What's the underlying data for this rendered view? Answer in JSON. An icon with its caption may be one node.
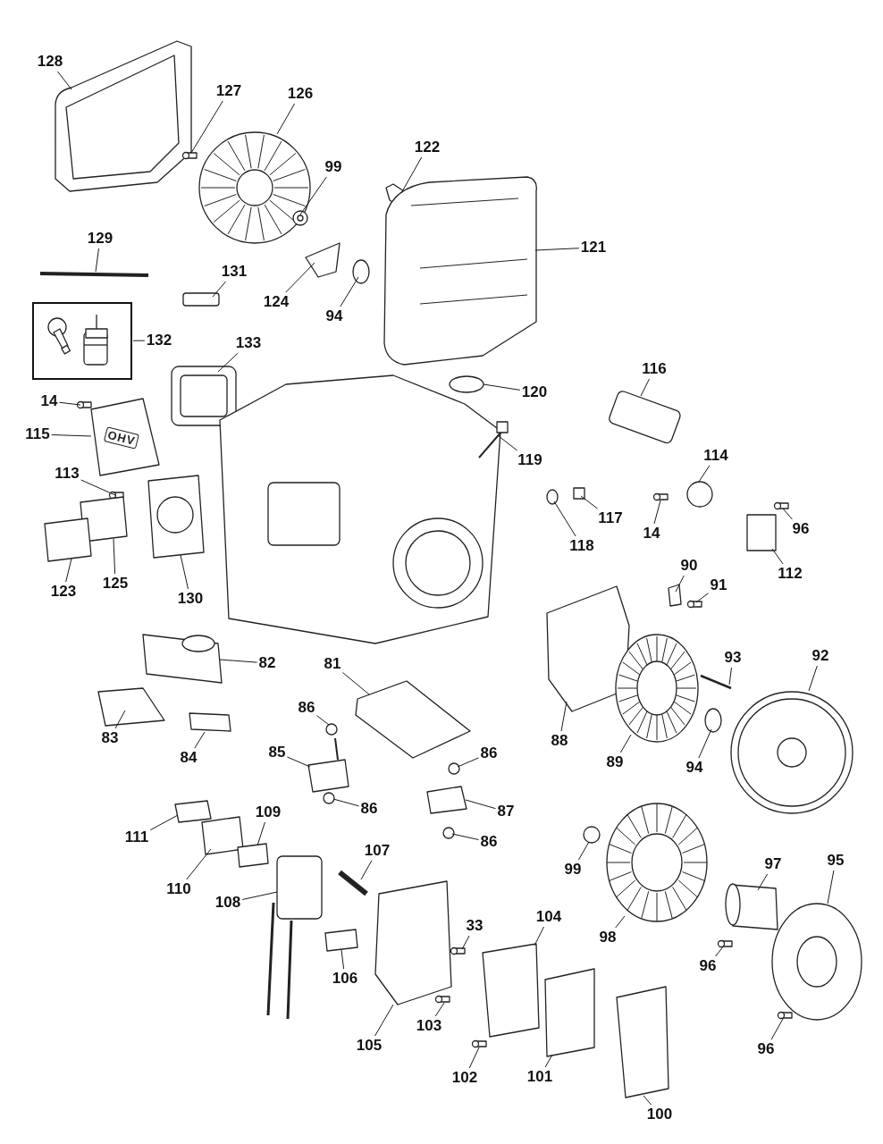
{
  "diagram": {
    "nodes": [
      {
        "text": [
          "128"
        ]
      },
      {
        "text": [
          "127"
        ]
      },
      {
        "text": [
          "126"
        ]
      },
      {
        "text": [
          "122"
        ]
      },
      {
        "text": [
          "99"
        ]
      },
      {
        "text": [
          "129"
        ]
      },
      {
        "text": [
          "121"
        ]
      },
      {
        "text": [
          "131"
        ]
      },
      {
        "text": [
          "124"
        ]
      },
      {
        "text": [
          "94"
        ]
      },
      {
        "text": [],
        "shape": "box"
      },
      {
        "text": [
          "132"
        ]
      },
      {
        "text": [
          "133"
        ]
      },
      {
        "text": [
          "14"
        ]
      },
      {
        "text": [
          "115"
        ]
      },
      {
        "text": [
          "120"
        ]
      },
      {
        "text": [
          "116"
        ]
      },
      {
        "text": [
          "119"
        ]
      },
      {
        "text": [
          "114"
        ]
      },
      {
        "text": [
          "113"
        ]
      },
      {
        "text": [
          "117"
        ]
      },
      {
        "text": [
          "14"
        ]
      },
      {
        "text": [
          "96"
        ]
      },
      {
        "text": [
          "118"
        ]
      },
      {
        "text": [
          "112"
        ]
      },
      {
        "text": [
          "125"
        ]
      },
      {
        "text": [
          "123"
        ]
      },
      {
        "text": [
          "130"
        ]
      },
      {
        "text": [
          "90"
        ]
      },
      {
        "text": [
          "91"
        ]
      },
      {
        "text": [
          "92"
        ]
      },
      {
        "text": [
          "93"
        ]
      },
      {
        "text": [
          "82"
        ]
      },
      {
        "text": [
          "81"
        ]
      },
      {
        "text": [
          "86"
        ]
      },
      {
        "text": [
          "88"
        ]
      },
      {
        "text": [
          "83"
        ]
      },
      {
        "text": [
          "85"
        ]
      },
      {
        "text": [
          "86"
        ]
      },
      {
        "text": [
          "84"
        ]
      },
      {
        "text": [
          "89"
        ]
      },
      {
        "text": [
          "94"
        ]
      },
      {
        "text": [
          "86"
        ]
      },
      {
        "text": [
          "87"
        ]
      },
      {
        "text": [
          "111"
        ]
      },
      {
        "text": [
          "109"
        ]
      },
      {
        "text": [
          "86"
        ]
      },
      {
        "text": [
          "107"
        ]
      },
      {
        "text": [
          "99"
        ]
      },
      {
        "text": [
          "97"
        ]
      },
      {
        "text": [
          "95"
        ]
      },
      {
        "text": [
          "110"
        ]
      },
      {
        "text": [
          "108"
        ]
      },
      {
        "text": [
          "104"
        ]
      },
      {
        "text": [
          "33"
        ]
      },
      {
        "text": [
          "98"
        ]
      },
      {
        "text": [
          "96"
        ]
      },
      {
        "text": [
          "106"
        ]
      },
      {
        "text": [
          "103"
        ]
      },
      {
        "text": [
          "105"
        ]
      },
      {
        "text": [
          "96"
        ]
      },
      {
        "text": [
          "101"
        ]
      },
      {
        "text": [
          "102"
        ]
      },
      {
        "text": [
          "100"
        ]
      }
    ],
    "edges": [
      {
        "from": 0,
        "to": null,
        "arrow": "none"
      },
      {
        "from": 1,
        "to": null,
        "arrow": "none"
      },
      {
        "from": 2,
        "to": null,
        "arrow": "none"
      },
      {
        "from": 3,
        "to": null,
        "arrow": "none"
      },
      {
        "from": 4,
        "to": null,
        "arrow": "none"
      },
      {
        "from": 5,
        "to": null,
        "arrow": "none"
      },
      {
        "from": 6,
        "to": null,
        "arrow": "none"
      },
      {
        "from": 7,
        "to": null,
        "arrow": "none"
      },
      {
        "from": 8,
        "to": null,
        "arrow": "none"
      },
      {
        "from": 9,
        "to": null,
        "arrow": "none"
      },
      {
        "from": 11,
        "to": 10,
        "arrow": "none"
      },
      {
        "from": 12,
        "to": null,
        "arrow": "none"
      },
      {
        "from": 13,
        "to": null,
        "arrow": "none"
      },
      {
        "from": 14,
        "to": null,
        "arrow": "none"
      },
      {
        "from": 15,
        "to": null,
        "arrow": "none"
      },
      {
        "from": 16,
        "to": null,
        "arrow": "none"
      },
      {
        "from": 17,
        "to": null,
        "arrow": "none"
      },
      {
        "from": 18,
        "to": null,
        "arrow": "none"
      },
      {
        "from": 19,
        "to": null,
        "arrow": "none"
      },
      {
        "from": 20,
        "to": null,
        "arrow": "none"
      },
      {
        "from": 21,
        "to": null,
        "arrow": "none"
      },
      {
        "from": 22,
        "to": null,
        "arrow": "none"
      },
      {
        "from": 23,
        "to": null,
        "arrow": "none"
      },
      {
        "from": 24,
        "to": null,
        "arrow": "none"
      },
      {
        "from": 25,
        "to": null,
        "arrow": "none"
      },
      {
        "from": 26,
        "to": null,
        "arrow": "none"
      },
      {
        "from": 27,
        "to": null,
        "arrow": "none"
      },
      {
        "from": 28,
        "to": null,
        "arrow": "none"
      },
      {
        "from": 29,
        "to": null,
        "arrow": "none"
      },
      {
        "from": 30,
        "to": null,
        "arrow": "none"
      },
      {
        "from": 31,
        "to": null,
        "arrow": "none"
      },
      {
        "from": 32,
        "to": null,
        "arrow": "none"
      },
      {
        "from": 33,
        "to": null,
        "arrow": "none"
      },
      {
        "from": 34,
        "to": null,
        "arrow": "none"
      },
      {
        "from": 35,
        "to": null,
        "arrow": "none"
      },
      {
        "from": 36,
        "to": null,
        "arrow": "none"
      },
      {
        "from": 37,
        "to": null,
        "arrow": "none"
      },
      {
        "from": 38,
        "to": null,
        "arrow": "none"
      },
      {
        "from": 39,
        "to": null,
        "arrow": "none"
      },
      {
        "from": 40,
        "to": null,
        "arrow": "none"
      },
      {
        "from": 41,
        "to": null,
        "arrow": "none"
      },
      {
        "from": 42,
        "to": null,
        "arrow": "none"
      },
      {
        "from": 43,
        "to": null,
        "arrow": "none"
      },
      {
        "from": 44,
        "to": null,
        "arrow": "none"
      },
      {
        "from": 45,
        "to": null,
        "arrow": "none"
      },
      {
        "from": 46,
        "to": null,
        "arrow": "none"
      },
      {
        "from": 47,
        "to": null,
        "arrow": "none"
      },
      {
        "from": 48,
        "to": null,
        "arrow": "none"
      },
      {
        "from": 49,
        "to": null,
        "arrow": "none"
      },
      {
        "from": 50,
        "to": null,
        "arrow": "none"
      },
      {
        "from": 51,
        "to": null,
        "arrow": "none"
      },
      {
        "from": 52,
        "to": null,
        "arrow": "none"
      },
      {
        "from": 53,
        "to": null,
        "arrow": "none"
      },
      {
        "from": 54,
        "to": null,
        "arrow": "none"
      },
      {
        "from": 55,
        "to": null,
        "arrow": "none"
      },
      {
        "from": 56,
        "to": null,
        "arrow": "none"
      },
      {
        "from": 57,
        "to": null,
        "arrow": "none"
      },
      {
        "from": 58,
        "to": null,
        "arrow": "none"
      },
      {
        "from": 59,
        "to": null,
        "arrow": "none"
      },
      {
        "from": 60,
        "to": null,
        "arrow": "none"
      },
      {
        "from": 61,
        "to": null,
        "arrow": "none"
      },
      {
        "from": 62,
        "to": null,
        "arrow": "none"
      },
      {
        "from": 63,
        "to": null,
        "arrow": "none"
      }
    ],
    "labels": [
      "OHV"
    ]
  }
}
